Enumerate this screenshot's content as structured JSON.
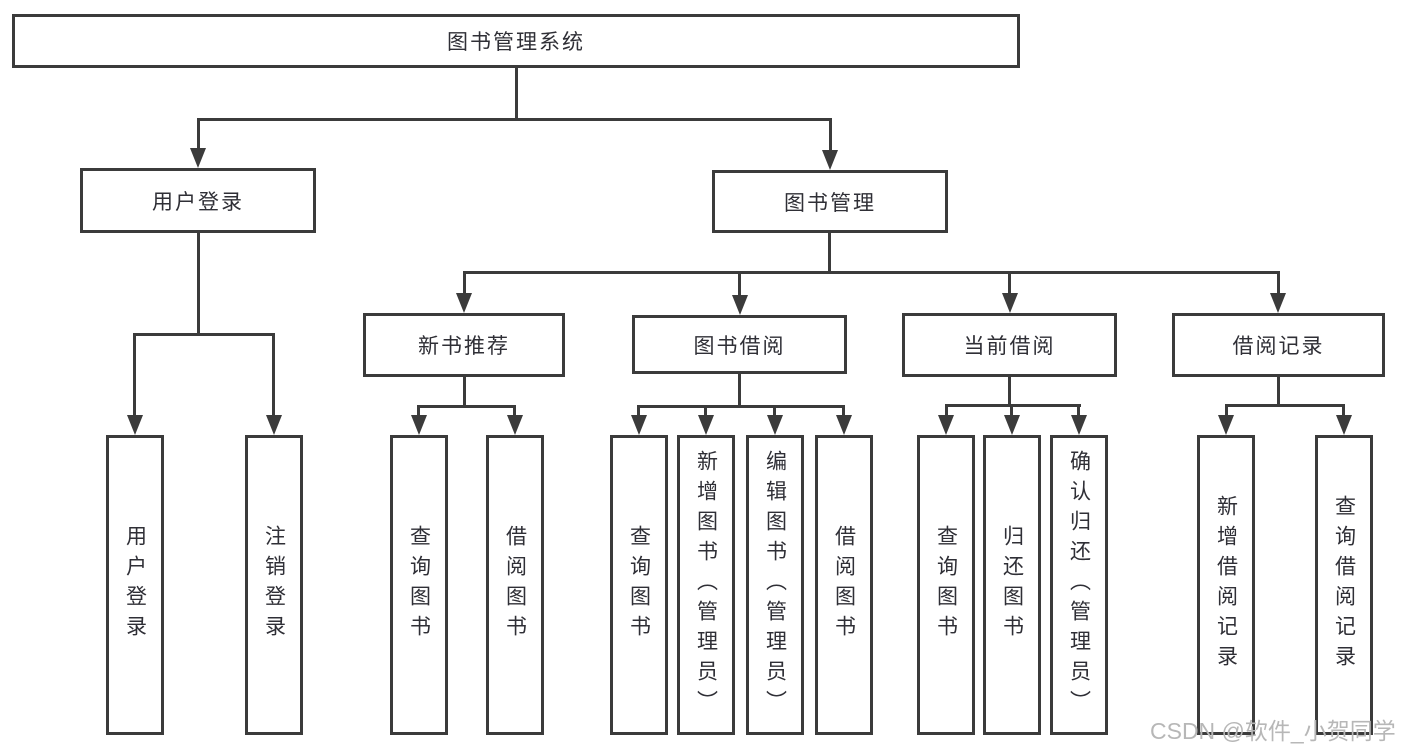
{
  "nodes": {
    "root": "图书管理系统",
    "user_login": "用户登录",
    "book_mgmt": "图书管理",
    "new_books": "新书推荐",
    "book_borrow": "图书借阅",
    "current_borrow": "当前借阅",
    "borrow_records": "借阅记录",
    "leaves": {
      "user_login": [
        "用户登录",
        "注销登录"
      ],
      "new_books": [
        "查询图书",
        "借阅图书"
      ],
      "book_borrow": [
        "查询图书",
        "新增图书（管理员）",
        "编辑图书（管理员）",
        "借阅图书"
      ],
      "current_borrow": [
        "查询图书",
        "归还图书",
        "确认归还（管理员）"
      ],
      "borrow_records": [
        "新增借阅记录",
        "查询借阅记录"
      ]
    }
  },
  "watermark": "CSDN @软件_小贺同学",
  "colors": {
    "line": "#3b3b3b",
    "text": "#2f2f36",
    "watermark": "#b7b7b7",
    "background": "#ffffff"
  }
}
